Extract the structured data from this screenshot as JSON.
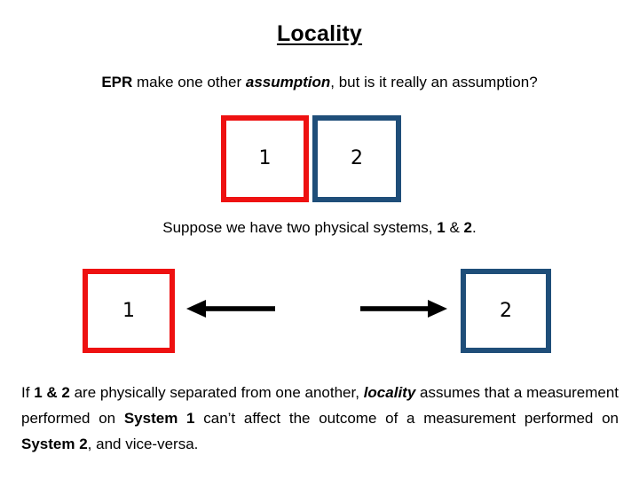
{
  "slide": {
    "title": "Locality",
    "intro": {
      "part1_bold": "EPR",
      "part2": " make one other ",
      "part3_bolditalic": "assumption",
      "part4": ", but is it really an assumption?"
    },
    "caption": {
      "part1": "Suppose we have two physical systems, ",
      "label1_bold": "1",
      "part2": " & ",
      "label2_bold": "2",
      "part3": "."
    },
    "paragraph": {
      "seg1": "If ",
      "seg2_bold": "1 & 2",
      "seg3": " are physically separated from one another, ",
      "seg4_bolditalic": "locality",
      "seg5": " assumes that a measurement performed on ",
      "seg6_bold": "System 1",
      "seg7": " can’t affect the outcome of a measurement performed on ",
      "seg8_bold": "System 2",
      "seg9": ", and vice-versa."
    },
    "diagram_joined": {
      "box_left_label": "1",
      "box_right_label": "2",
      "box_left_color": "#EE1111",
      "box_right_color": "#1F4E79"
    },
    "diagram_separated": {
      "box_left_label": "1",
      "box_right_label": "2",
      "box_left_color": "#EE1111",
      "box_right_color": "#1F4E79",
      "arrow_left_name": "arrow-pointing-left",
      "arrow_right_name": "arrow-pointing-right",
      "arrow_color": "#000000"
    }
  }
}
